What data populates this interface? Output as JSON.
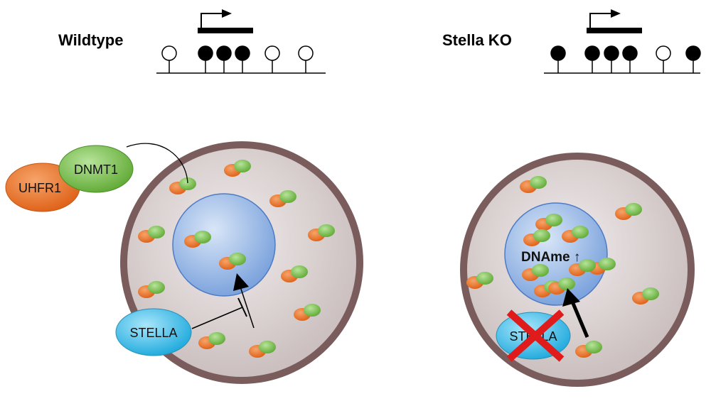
{
  "panels": {
    "wildtype": {
      "title": "Wildtype",
      "cpg_sites": [
        false,
        true,
        true,
        true,
        false,
        false
      ]
    },
    "stella_ko": {
      "title": "Stella KO",
      "cpg_sites": [
        true,
        true,
        true,
        true,
        false,
        true
      ]
    }
  },
  "labels": {
    "uhrf1": "UHFR1",
    "dnmt1": "DNMT1",
    "stella_wt": "STELLA",
    "stella_ko": "STELLA",
    "dname": "DNAme ↑"
  },
  "colors": {
    "cell_membrane": "#7b5c5c",
    "cytoplasm": "#ded6d6",
    "nucleus": "#8fb3e6",
    "uhrf1": "#ec7a2c",
    "dnmt1": "#7cc04a",
    "stella": "#3dbde8",
    "knockout_cross": "#e01b1b",
    "methylated_site": "#000000",
    "unmethylated_site": "#ffffff"
  }
}
